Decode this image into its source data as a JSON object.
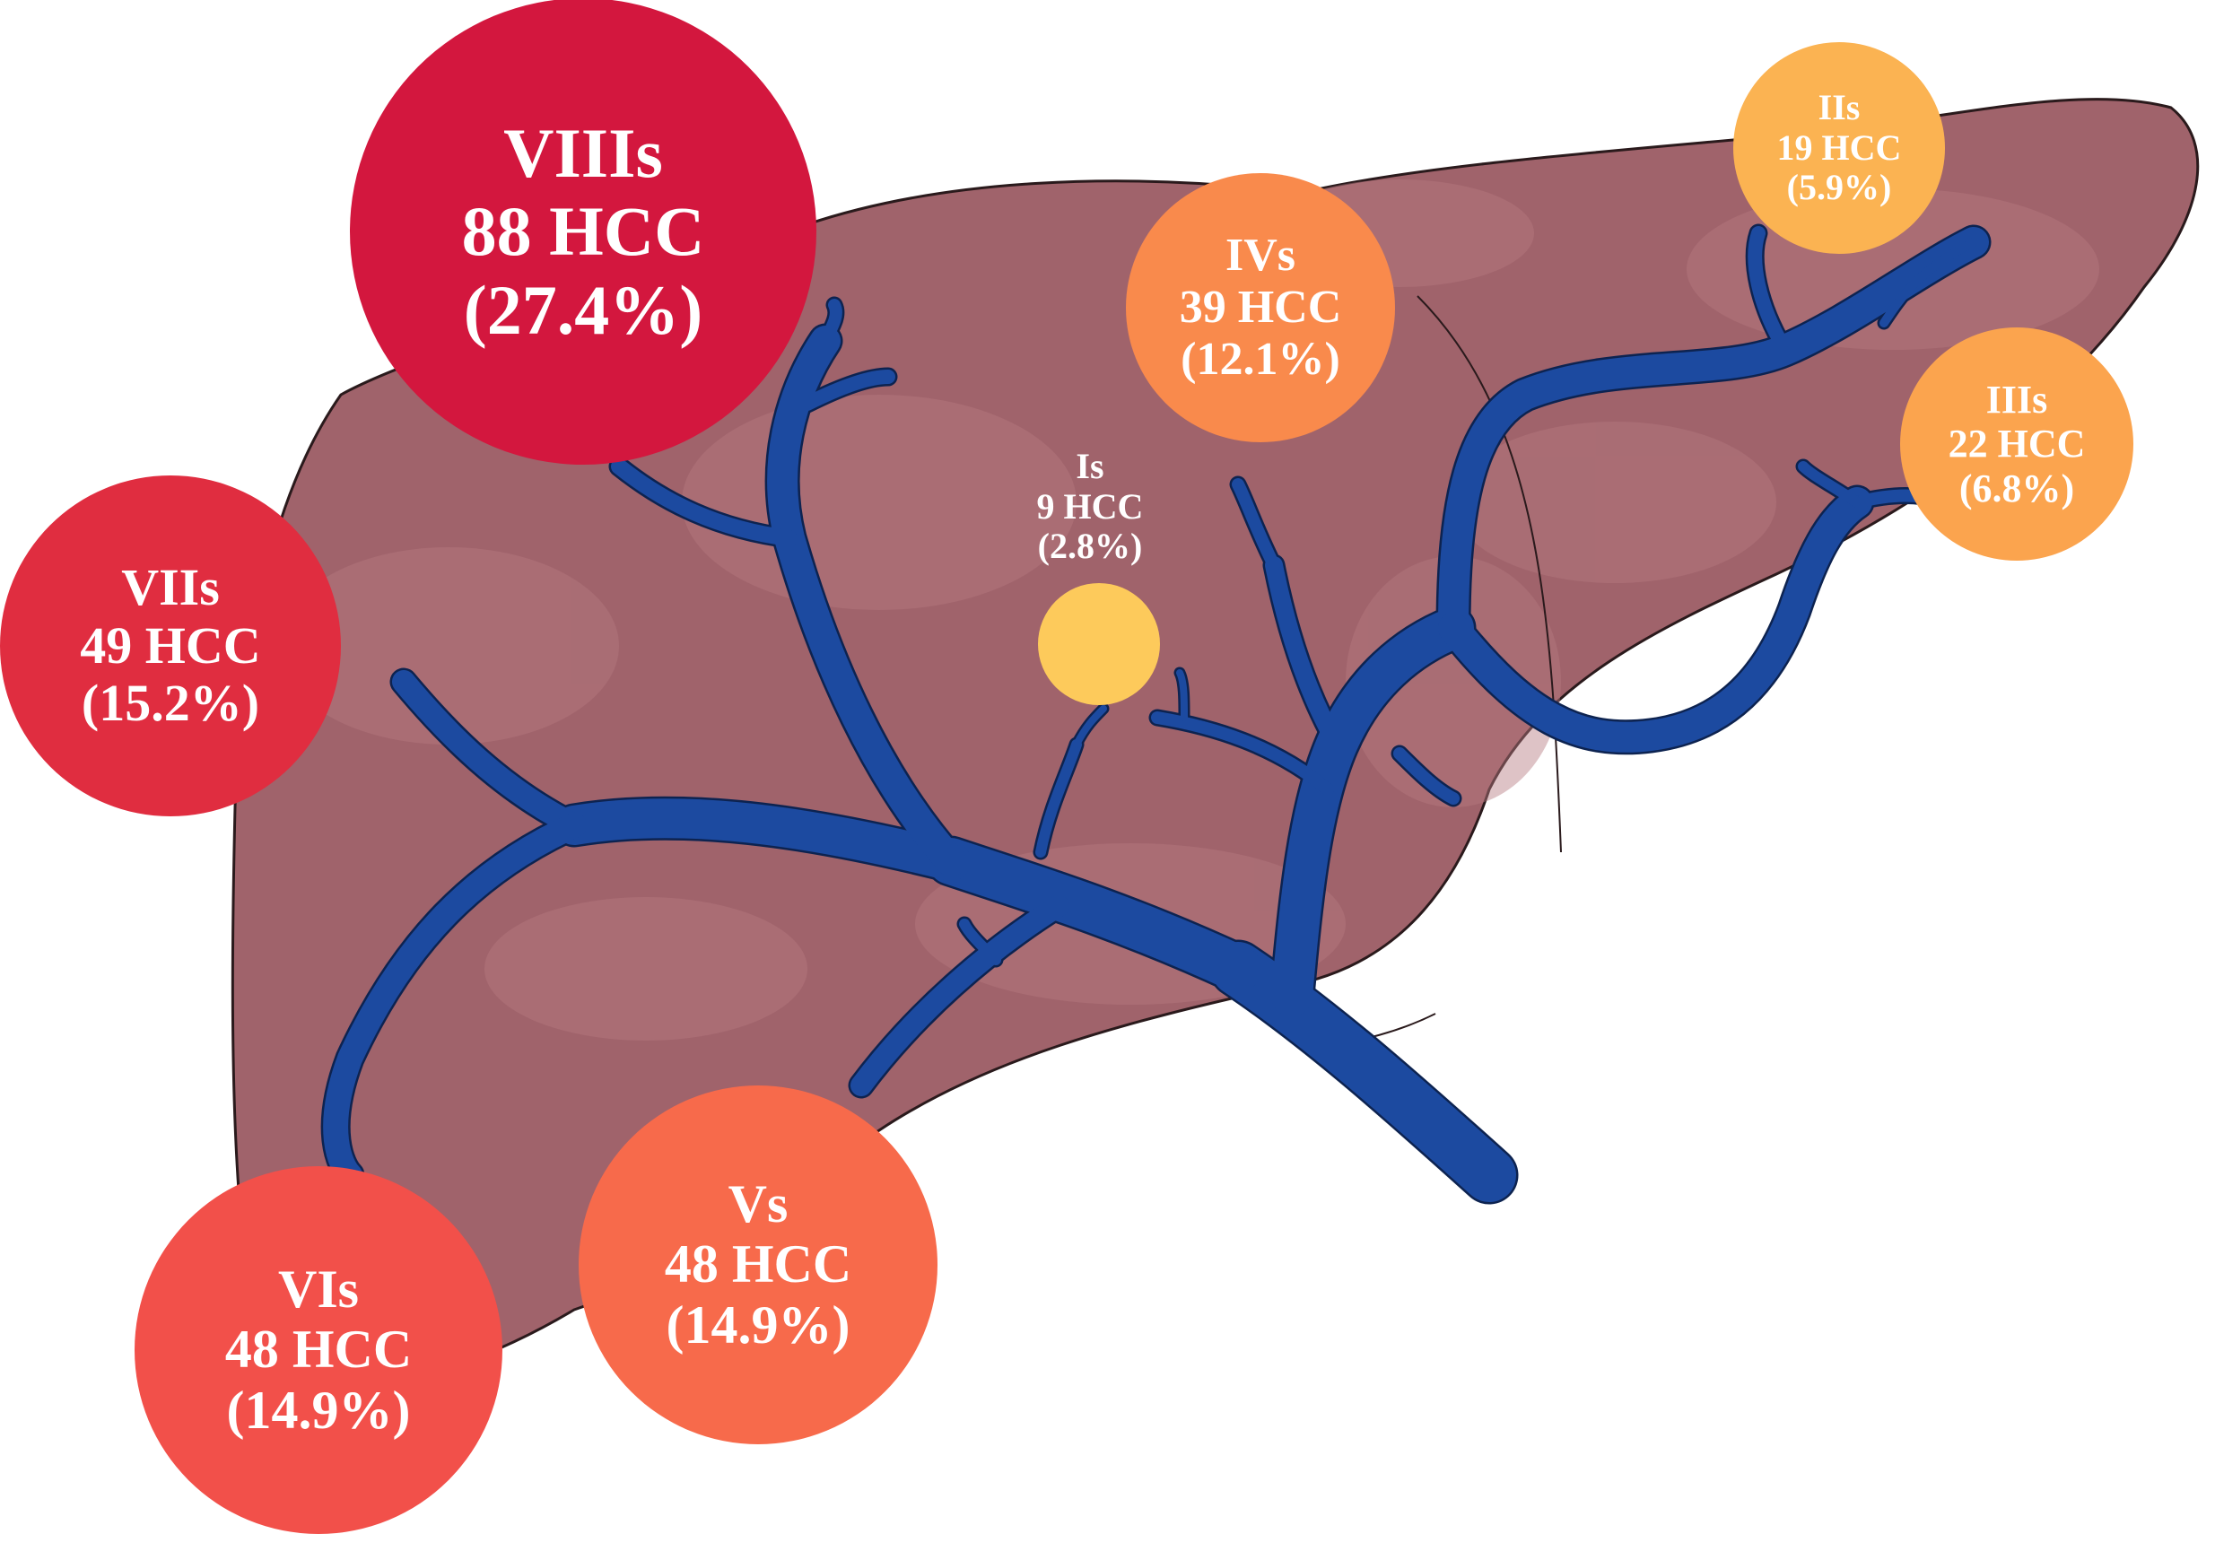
{
  "segments": [
    {
      "id": "viii",
      "segment": "VIIIs",
      "count": "88 HCC",
      "percent": "(27.4%)",
      "n": 88,
      "share": 27.4,
      "color": "#d3173e"
    },
    {
      "id": "vii",
      "segment": "VIIs",
      "count": "49 HCC",
      "percent": "(15.2%)",
      "n": 49,
      "share": 15.2,
      "color": "#e02d40"
    },
    {
      "id": "vi",
      "segment": "VIs",
      "count": "48 HCC",
      "percent": "(14.9%)",
      "n": 48,
      "share": 14.9,
      "color": "#f2504a"
    },
    {
      "id": "v",
      "segment": "Vs",
      "count": "48 HCC",
      "percent": "(14.9%)",
      "n": 48,
      "share": 14.9,
      "color": "#f76a4b"
    },
    {
      "id": "iv",
      "segment": "IVs",
      "count": "39 HCC",
      "percent": "(12.1%)",
      "n": 39,
      "share": 12.1,
      "color": "#f98a4c"
    },
    {
      "id": "iii",
      "segment": "IIIs",
      "count": "22 HCC",
      "percent": "(6.8%)",
      "n": 22,
      "share": 6.8,
      "color": "#fba44e"
    },
    {
      "id": "ii",
      "segment": "IIs",
      "count": "19 HCC",
      "percent": "(5.9%)",
      "n": 19,
      "share": 5.9,
      "color": "#fbb352"
    },
    {
      "id": "i",
      "segment": "Is",
      "count": "9 HCC",
      "percent": "(2.8%)",
      "n": 9,
      "share": 2.8,
      "color": "#fdca5b"
    }
  ],
  "colors": {
    "liver": "#a0636b",
    "liver_shade": "#b57a80",
    "outline": "#2a1a1c",
    "vessel": "#1c4aa0",
    "vessel_outline": "#0d2350"
  }
}
